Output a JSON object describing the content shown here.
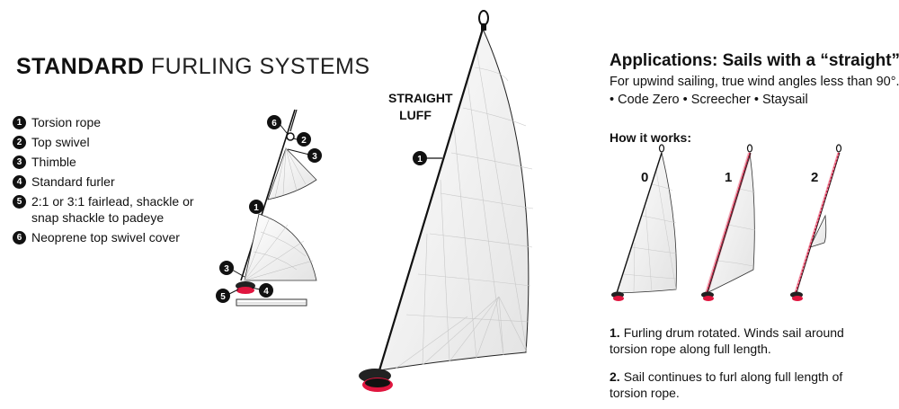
{
  "title": {
    "bold": "STANDARD",
    "light": "FURLING SYSTEMS"
  },
  "legend": [
    {
      "num": "1",
      "text": "Torsion rope"
    },
    {
      "num": "2",
      "text": "Top swivel"
    },
    {
      "num": "3",
      "text": "Thimble"
    },
    {
      "num": "4",
      "text": "Standard furler"
    },
    {
      "num": "5",
      "text": "2:1 or 3:1 fairlead, shackle or snap shackle to padeye"
    },
    {
      "num": "6",
      "text": "Neoprene top swivel cover"
    }
  ],
  "luff_label": {
    "line1": "STRAIGHT",
    "line2": "LUFF"
  },
  "callouts": {
    "c1": "1",
    "c2": "2",
    "c3": "3",
    "c4": "4",
    "c5": "5",
    "c6": "6"
  },
  "right": {
    "heading": "Applications: Sails with a “straight” luff.",
    "line1": "For upwind sailing, true wind angles less than 90°.",
    "line2": "• Code Zero • Screecher • Staysail",
    "how": "How it works:",
    "stage_labels": [
      "0",
      "1",
      "2"
    ],
    "steps": [
      {
        "num": "1.",
        "text": "Furling drum rotated. Winds sail around torsion rope along full length."
      },
      {
        "num": "2.",
        "text": "Sail continues to furl along full length of torsion rope."
      }
    ]
  },
  "colors": {
    "accent": "#e0163f",
    "ink": "#111111",
    "sail": "#f2f2f2"
  }
}
